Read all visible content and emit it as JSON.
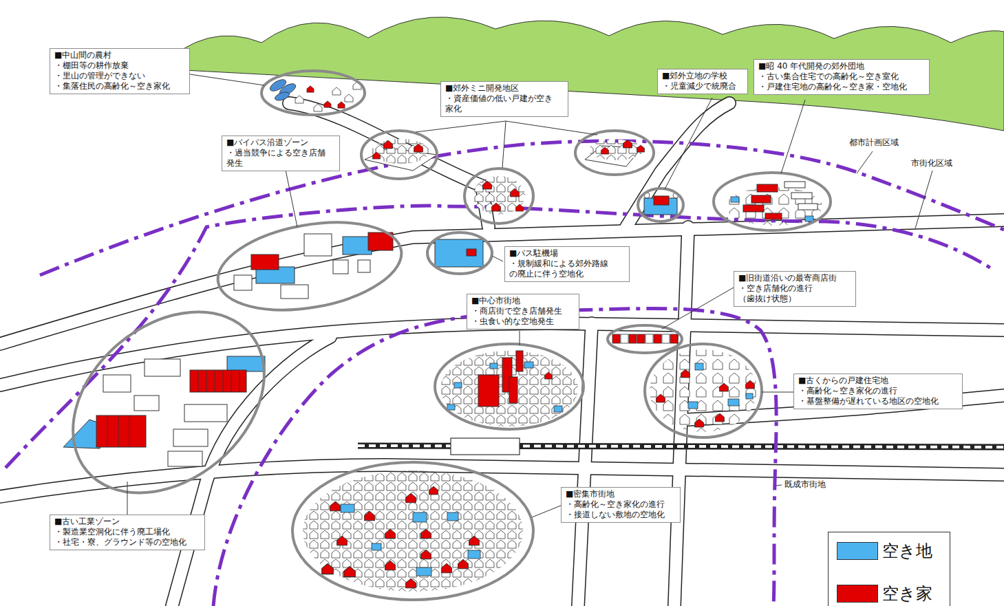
{
  "diagram": {
    "nodes": [
      {
        "text": [
          "■中山間の農村",
          "・棚田等の耕作放棄",
          "・里山の管理ができない",
          "・集落住民の高齢化～空き家化"
        ]
      },
      {
        "text": [
          "■郊外ミニ開発地区",
          "・資産価値の低い戸建が空き 家化"
        ]
      },
      {
        "text": [
          "■郊外立地の学校",
          "・児童減少で統廃合"
        ]
      },
      {
        "text": [
          "■昭 40 年代開発の郊外団地",
          "・古い集合住宅での高齢化～空き室化",
          "・戸建住宅地の高齢化～空き家・空地化"
        ]
      },
      {
        "text": [
          "■バイパス沿道ゾーン",
          "・過当競争による空き店舗 発生"
        ]
      },
      {
        "text": [
          "■バス駐機場",
          "・規制緩和による郊外路線 の廃止に伴う空地化"
        ]
      },
      {
        "text": [
          "■旧街道沿いの最寄商店街",
          "・空き店舗化の進行",
          "（歯抜け状態）"
        ]
      },
      {
        "text": [
          "■中心市街地",
          "・商店街で空き店舗発生",
          "・虫食い的な空地発生"
        ]
      },
      {
        "text": [
          "■古くからの戸建住宅地",
          "・高齢化～空き家化の進行",
          "・基盤整備が遅れている地区の空地化"
        ]
      },
      {
        "text": [
          "■密集市街地",
          "・高齢化～空き家化の進行",
          "・接道しない敷地の空地化"
        ]
      },
      {
        "text": [
          "■古い工業ゾーン",
          "・製造業空洞化に伴う廃工場化",
          "・社宅・寮、グラウンド等の空地化"
        ]
      }
    ],
    "labels": [
      "都市計画区域",
      "市街化区域",
      "既成市街地"
    ],
    "legend": [
      {
        "text": "空き地",
        "color": "#4db3ef"
      },
      {
        "text": "空き家",
        "color": "#e00000"
      }
    ]
  }
}
